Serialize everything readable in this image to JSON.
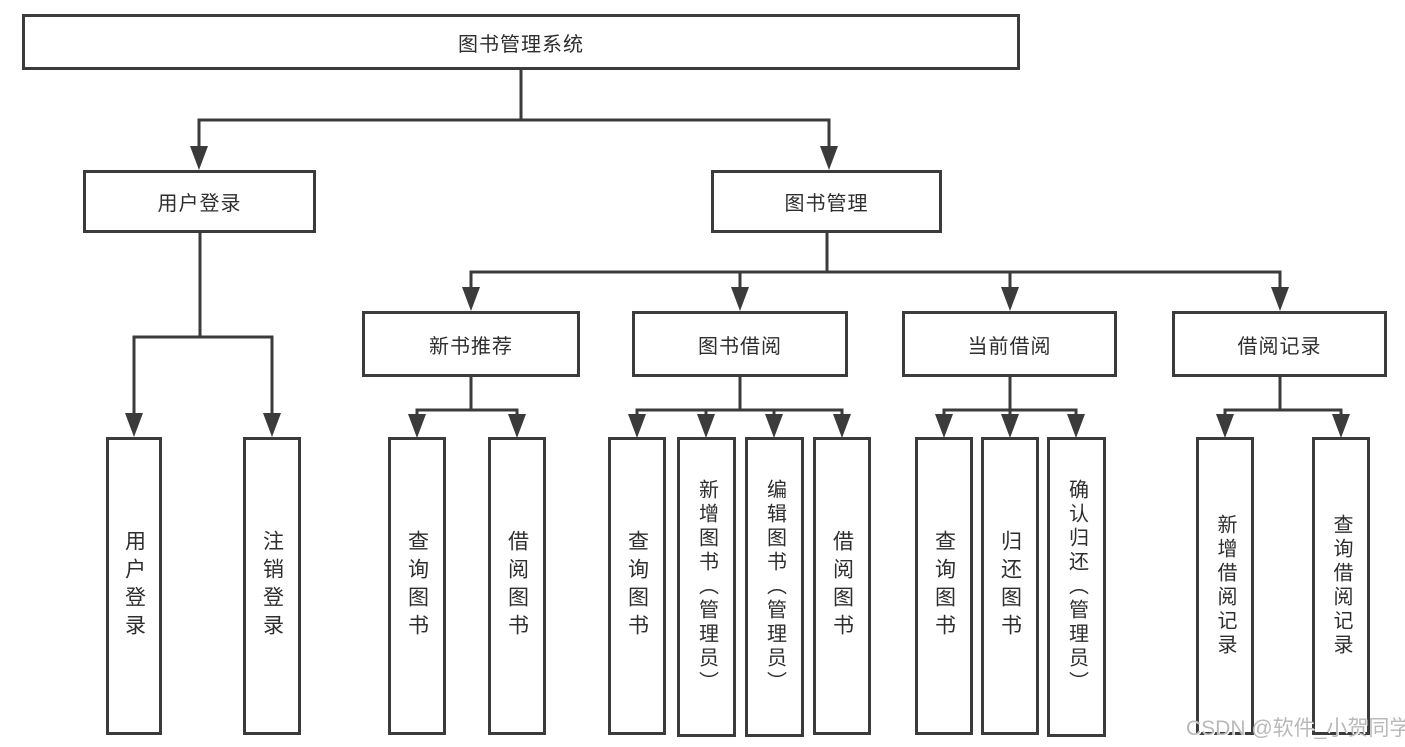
{
  "diagram": {
    "kind": "hierarchy-tree",
    "line_color": "#3b3b3b",
    "box_background": "#ffffff",
    "watermark": {
      "text": "CSDN @软件_小贺同学",
      "color": "#b9b9b9"
    },
    "tree": {
      "root": {
        "label": "图书管理系统"
      },
      "branches": [
        {
          "label": "用户登录",
          "children": [
            {
              "label": "用户登录"
            },
            {
              "label": "注销登录"
            }
          ]
        },
        {
          "label": "图书管理",
          "children": [
            {
              "label": "新书推荐",
              "children": [
                {
                  "label": "查询图书"
                },
                {
                  "label": "借阅图书"
                }
              ]
            },
            {
              "label": "图书借阅",
              "children": [
                {
                  "label": "查询图书"
                },
                {
                  "label": "新增图书（管理员）"
                },
                {
                  "label": "编辑图书（管理员）"
                },
                {
                  "label": "借阅图书"
                }
              ]
            },
            {
              "label": "当前借阅",
              "children": [
                {
                  "label": "查询图书"
                },
                {
                  "label": "归还图书"
                },
                {
                  "label": "确认归还（管理员）"
                }
              ]
            },
            {
              "label": "借阅记录",
              "children": [
                {
                  "label": "新增借阅记录"
                },
                {
                  "label": "查询借阅记录"
                }
              ]
            }
          ]
        }
      ]
    }
  }
}
